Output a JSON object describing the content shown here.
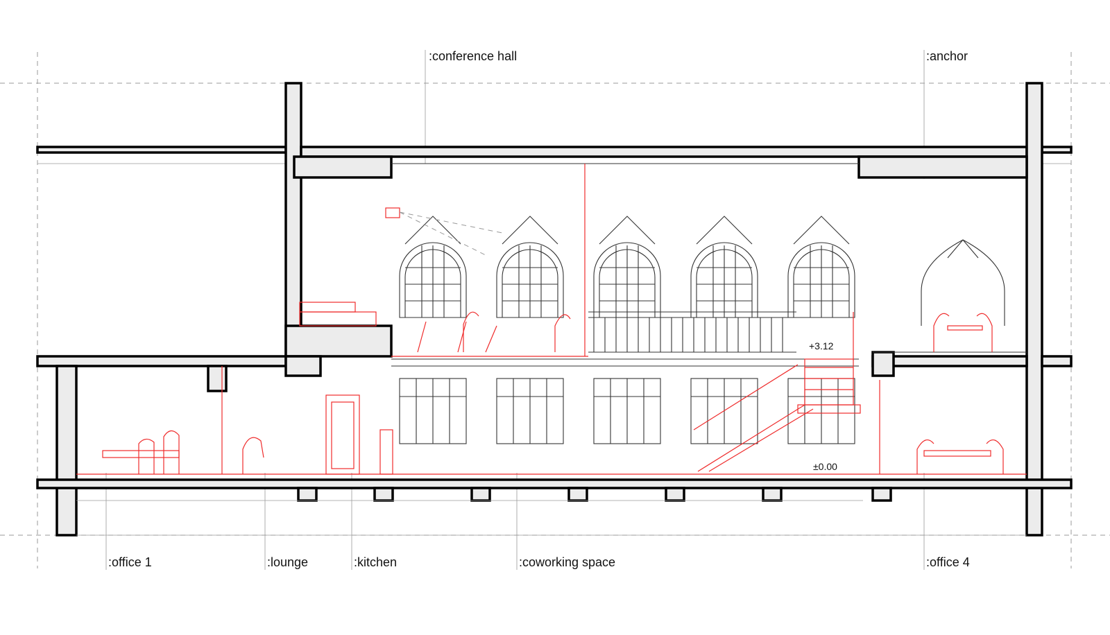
{
  "labels": {
    "conference_hall": ":conference hall",
    "anchor": ":anchor",
    "office_1": ":office 1",
    "lounge": ":lounge",
    "kitchen": ":kitchen",
    "coworking_space": ":coworking space",
    "office_4": ":office 4"
  },
  "levels": {
    "upper": "+3.12",
    "ground": "±0.00"
  },
  "colors": {
    "structure": "#000000",
    "furniture": "#ef2b2b",
    "guides": "#999999"
  }
}
